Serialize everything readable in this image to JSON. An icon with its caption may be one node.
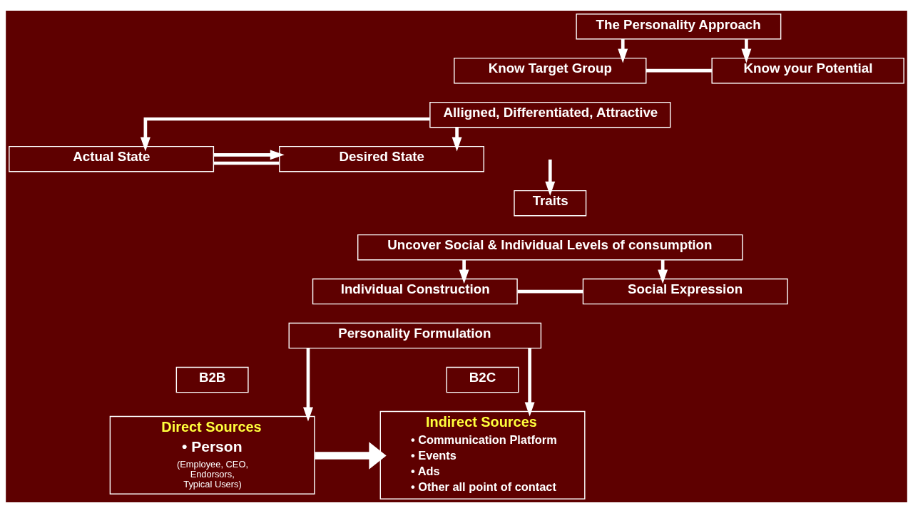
{
  "diagram": {
    "nodes": [
      {
        "text": [
          "The Personality Approach"
        ]
      },
      {
        "text": [
          "Know Target Group"
        ]
      },
      {
        "text": [
          "Know your Potential"
        ]
      },
      {
        "text": [
          "Alligned, Differentiated, Attractive"
        ]
      },
      {
        "text": [
          "Actual State"
        ]
      },
      {
        "text": [
          "Desired State"
        ]
      },
      {
        "text": [
          "Traits"
        ]
      },
      {
        "text": [
          "Uncover Social & Individual Levels of consumption"
        ]
      },
      {
        "text": [
          "Individual Construction"
        ]
      },
      {
        "text": [
          "Social Expression"
        ]
      },
      {
        "text": [
          "Personality Formulation"
        ]
      },
      {
        "text": [
          "B2B"
        ]
      },
      {
        "text": [
          "B2C"
        ]
      },
      {
        "text": [
          "Direct Sources",
          "• Person",
          "(Employee, CEO, Endorsors, Typical Users)"
        ]
      },
      {
        "text": [
          "Indirect Sources",
          "• Communication Platform",
          "• Events",
          "• Ads",
          "• Other all point of contact"
        ]
      }
    ],
    "edges": [
      {
        "from": 0,
        "to": 1,
        "arrow": "to"
      },
      {
        "from": 0,
        "to": 2,
        "arrow": "to"
      },
      {
        "from": 1,
        "to": 2,
        "arrow": "none"
      },
      {
        "from": 3,
        "to": 4,
        "arrow": "to"
      },
      {
        "from": 3,
        "to": 5,
        "arrow": "to"
      },
      {
        "from": 4,
        "to": 5,
        "arrow": "to"
      },
      {
        "from": null,
        "to": 6,
        "arrow": "to"
      },
      {
        "from": 4,
        "to": 5,
        "arrow": "none"
      },
      {
        "from": 7,
        "to": 8,
        "arrow": "to"
      },
      {
        "from": 7,
        "to": 9,
        "arrow": "to"
      },
      {
        "from": 8,
        "to": 9,
        "arrow": "none"
      },
      {
        "from": 10,
        "to": 13,
        "arrow": "to"
      },
      {
        "from": 10,
        "to": 14,
        "arrow": "to"
      },
      {
        "from": 13,
        "to": 14,
        "arrow": "to",
        "style": "thick"
      }
    ]
  }
}
